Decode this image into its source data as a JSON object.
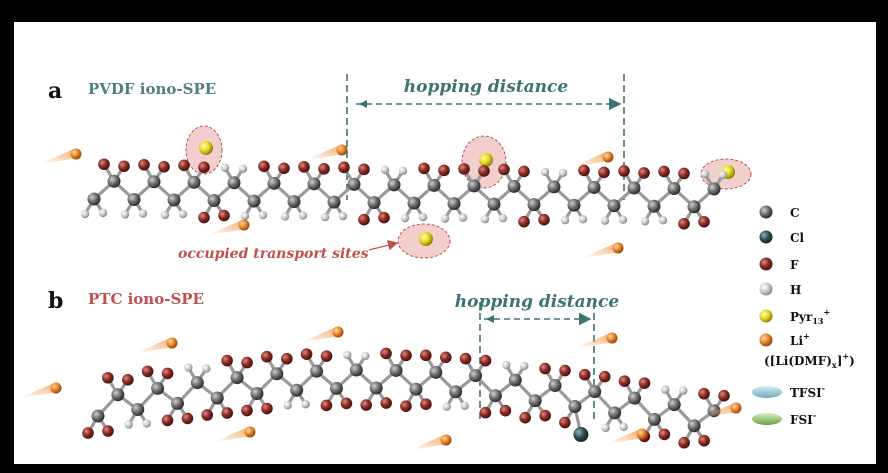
{
  "panels": {
    "a": {
      "letter": "a",
      "title": "PVDF iono-SPE",
      "hopping_label": "hopping distance",
      "sites_label": "occupied transport sites"
    },
    "b": {
      "letter": "b",
      "title": "PTC iono-SPE",
      "hopping_label": "hopping distance"
    }
  },
  "legend": {
    "items": [
      {
        "key": "C",
        "label": "C",
        "color": "#6e6e6e",
        "shape": "ball"
      },
      {
        "key": "Cl",
        "label": "Cl",
        "color": "#2f4e55",
        "shape": "ball"
      },
      {
        "key": "F",
        "label": "F",
        "color": "#8a2b22",
        "shape": "ball"
      },
      {
        "key": "H",
        "label": "H",
        "color": "#bdbdbd",
        "shape": "ball"
      },
      {
        "key": "Pyr",
        "label": "Pyr",
        "sub": "13",
        "sup": "+",
        "color": "#e5d81c",
        "shape": "ball"
      },
      {
        "key": "Li",
        "label": "Li",
        "sup": "+",
        "extra": "([Li(DMF)",
        "extra_sub": "x",
        "extra_tail": "]",
        "extra_sup": "+",
        "extra_close": ")",
        "color": "#e8842a",
        "shape": "ball"
      },
      {
        "key": "TFSI",
        "label": "TFSI",
        "sup": "-",
        "color": "#9cc9d6",
        "shape": "ellipse"
      },
      {
        "key": "FSI",
        "label": "FSI",
        "sup": "-",
        "color": "#8fc06a",
        "shape": "ellipse"
      }
    ]
  },
  "colors": {
    "title_a": "#4f7f7f",
    "title_b": "#c0504d",
    "hopping": "#3d7373",
    "sites": "#c0504d",
    "carbon": "#6e6e6e",
    "fluorine": "#8a2b22",
    "hydrogen": "#c8c8c8",
    "chlorine": "#2f4e55",
    "pyr": "#e5d81c",
    "li": "#e8842a",
    "site_fill": "#eec7c4",
    "site_stroke": "#c0504d"
  }
}
